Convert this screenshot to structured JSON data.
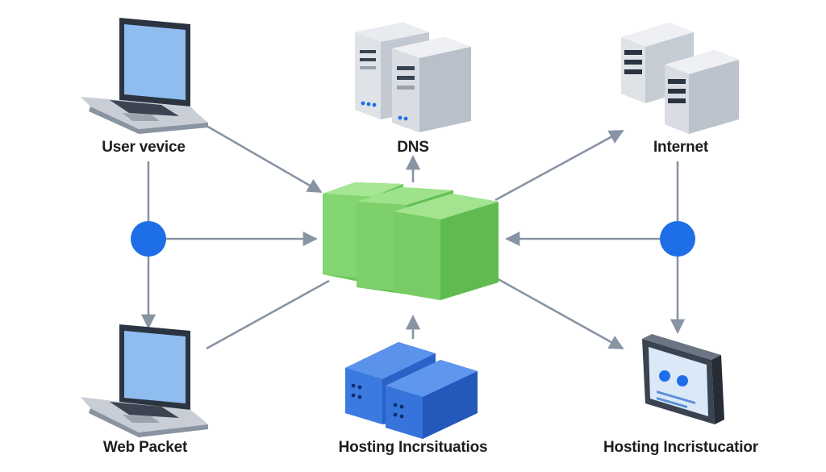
{
  "labels": {
    "user_device": "User vevice",
    "dns": "DNS",
    "internet": "Internet",
    "web_packet": "Web Packet",
    "hosting_bottom": "Hosting Incrsituatios",
    "hosting_right": "Hosting Incristucatior"
  },
  "colors": {
    "background": "#ffffff",
    "arrow": "#8894a4",
    "junction_dot": "#1e6ee8",
    "hub_green": "#7fd36e",
    "server_gray": "#d9dde3",
    "server_blue": "#2e6fd9",
    "screen_blue": "#8fbdf0",
    "label_text": "#1e1e1e"
  },
  "icons": [
    "laptop-icon",
    "server-rack-icon",
    "server-icon",
    "network-hub-icon",
    "blue-server-icon",
    "monitor-icon",
    "junction-dot"
  ]
}
